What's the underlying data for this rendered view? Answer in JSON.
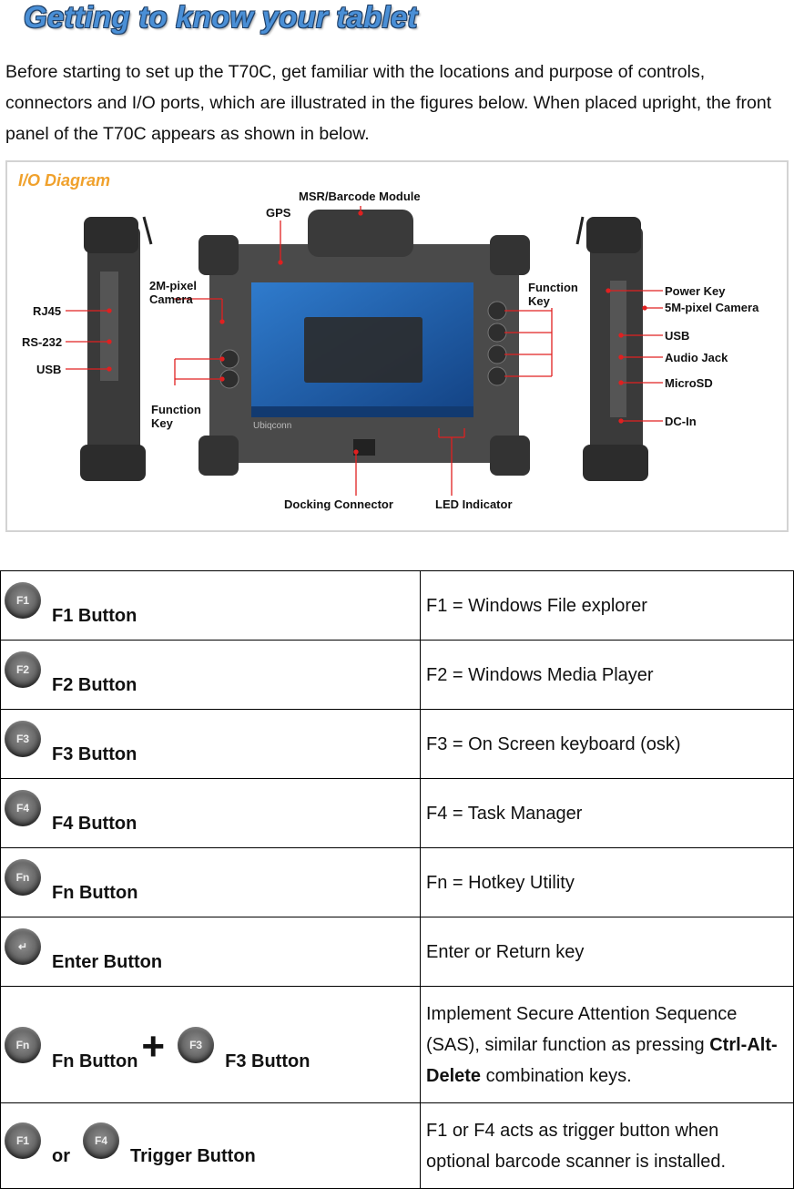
{
  "heading": "Getting to know your tablet",
  "intro": "Before starting to set up the T70C, get familiar with the locations and purpose of controls, connectors and I/O ports, which are illustrated in the figures below. When placed upright, the front panel of the T70C appears as shown in below.",
  "figure": {
    "title": "I/O Diagram",
    "brand": "Ubiqconn",
    "callouts": {
      "gps": "GPS",
      "msr": "MSR/Barcode Module",
      "camera2m": "2M-pixel\nCamera",
      "function_key_right": "Function\nKey",
      "function_key_left": "Function\nKey",
      "rj45": "RJ45",
      "rs232": "RS-232",
      "usb_left": "USB",
      "power_key": "Power Key",
      "camera5m": "5M-pixel Camera",
      "usb_right": "USB",
      "audio": "Audio Jack",
      "microsd": "MicroSD",
      "dcin": "DC-In",
      "docking": "Docking Connector",
      "led": "LED Indicator"
    }
  },
  "colors": {
    "heading": "#4a8fd6",
    "figure_title": "#f0a12c",
    "callout_line": "#e02020"
  },
  "keys": [
    {
      "icon": "F1",
      "label": "F1 Button",
      "desc": "F1 = Windows File explorer"
    },
    {
      "icon": "F2",
      "label": "F2 Button",
      "desc": "F2 = Windows Media Player"
    },
    {
      "icon": "F3",
      "label": "F3 Button",
      "desc": "F3 = On Screen keyboard (osk)"
    },
    {
      "icon": "F4",
      "label": "F4 Button",
      "desc": "F4 = Task Manager"
    },
    {
      "icon": "Fn",
      "label": "Fn Button",
      "desc": "Fn = Hotkey Utility"
    },
    {
      "icon": "↵",
      "label": "Enter Button",
      "desc": "Enter or Return key"
    }
  ],
  "sas": {
    "icon1": "Fn",
    "label1": "Fn Button",
    "plus": "+",
    "icon2": "F3",
    "label2": "F3 Button",
    "desc_pre": "Implement Secure Attention Sequence (SAS), similar function as pressing ",
    "desc_bold": "Ctrl-Alt-Delete",
    "desc_post": " combination keys."
  },
  "trigger": {
    "icon1": "F1",
    "or": "or",
    "icon2": "F4",
    "label": "Trigger Button",
    "desc": "F1 or F4 acts as trigger button when optional barcode scanner is installed."
  }
}
